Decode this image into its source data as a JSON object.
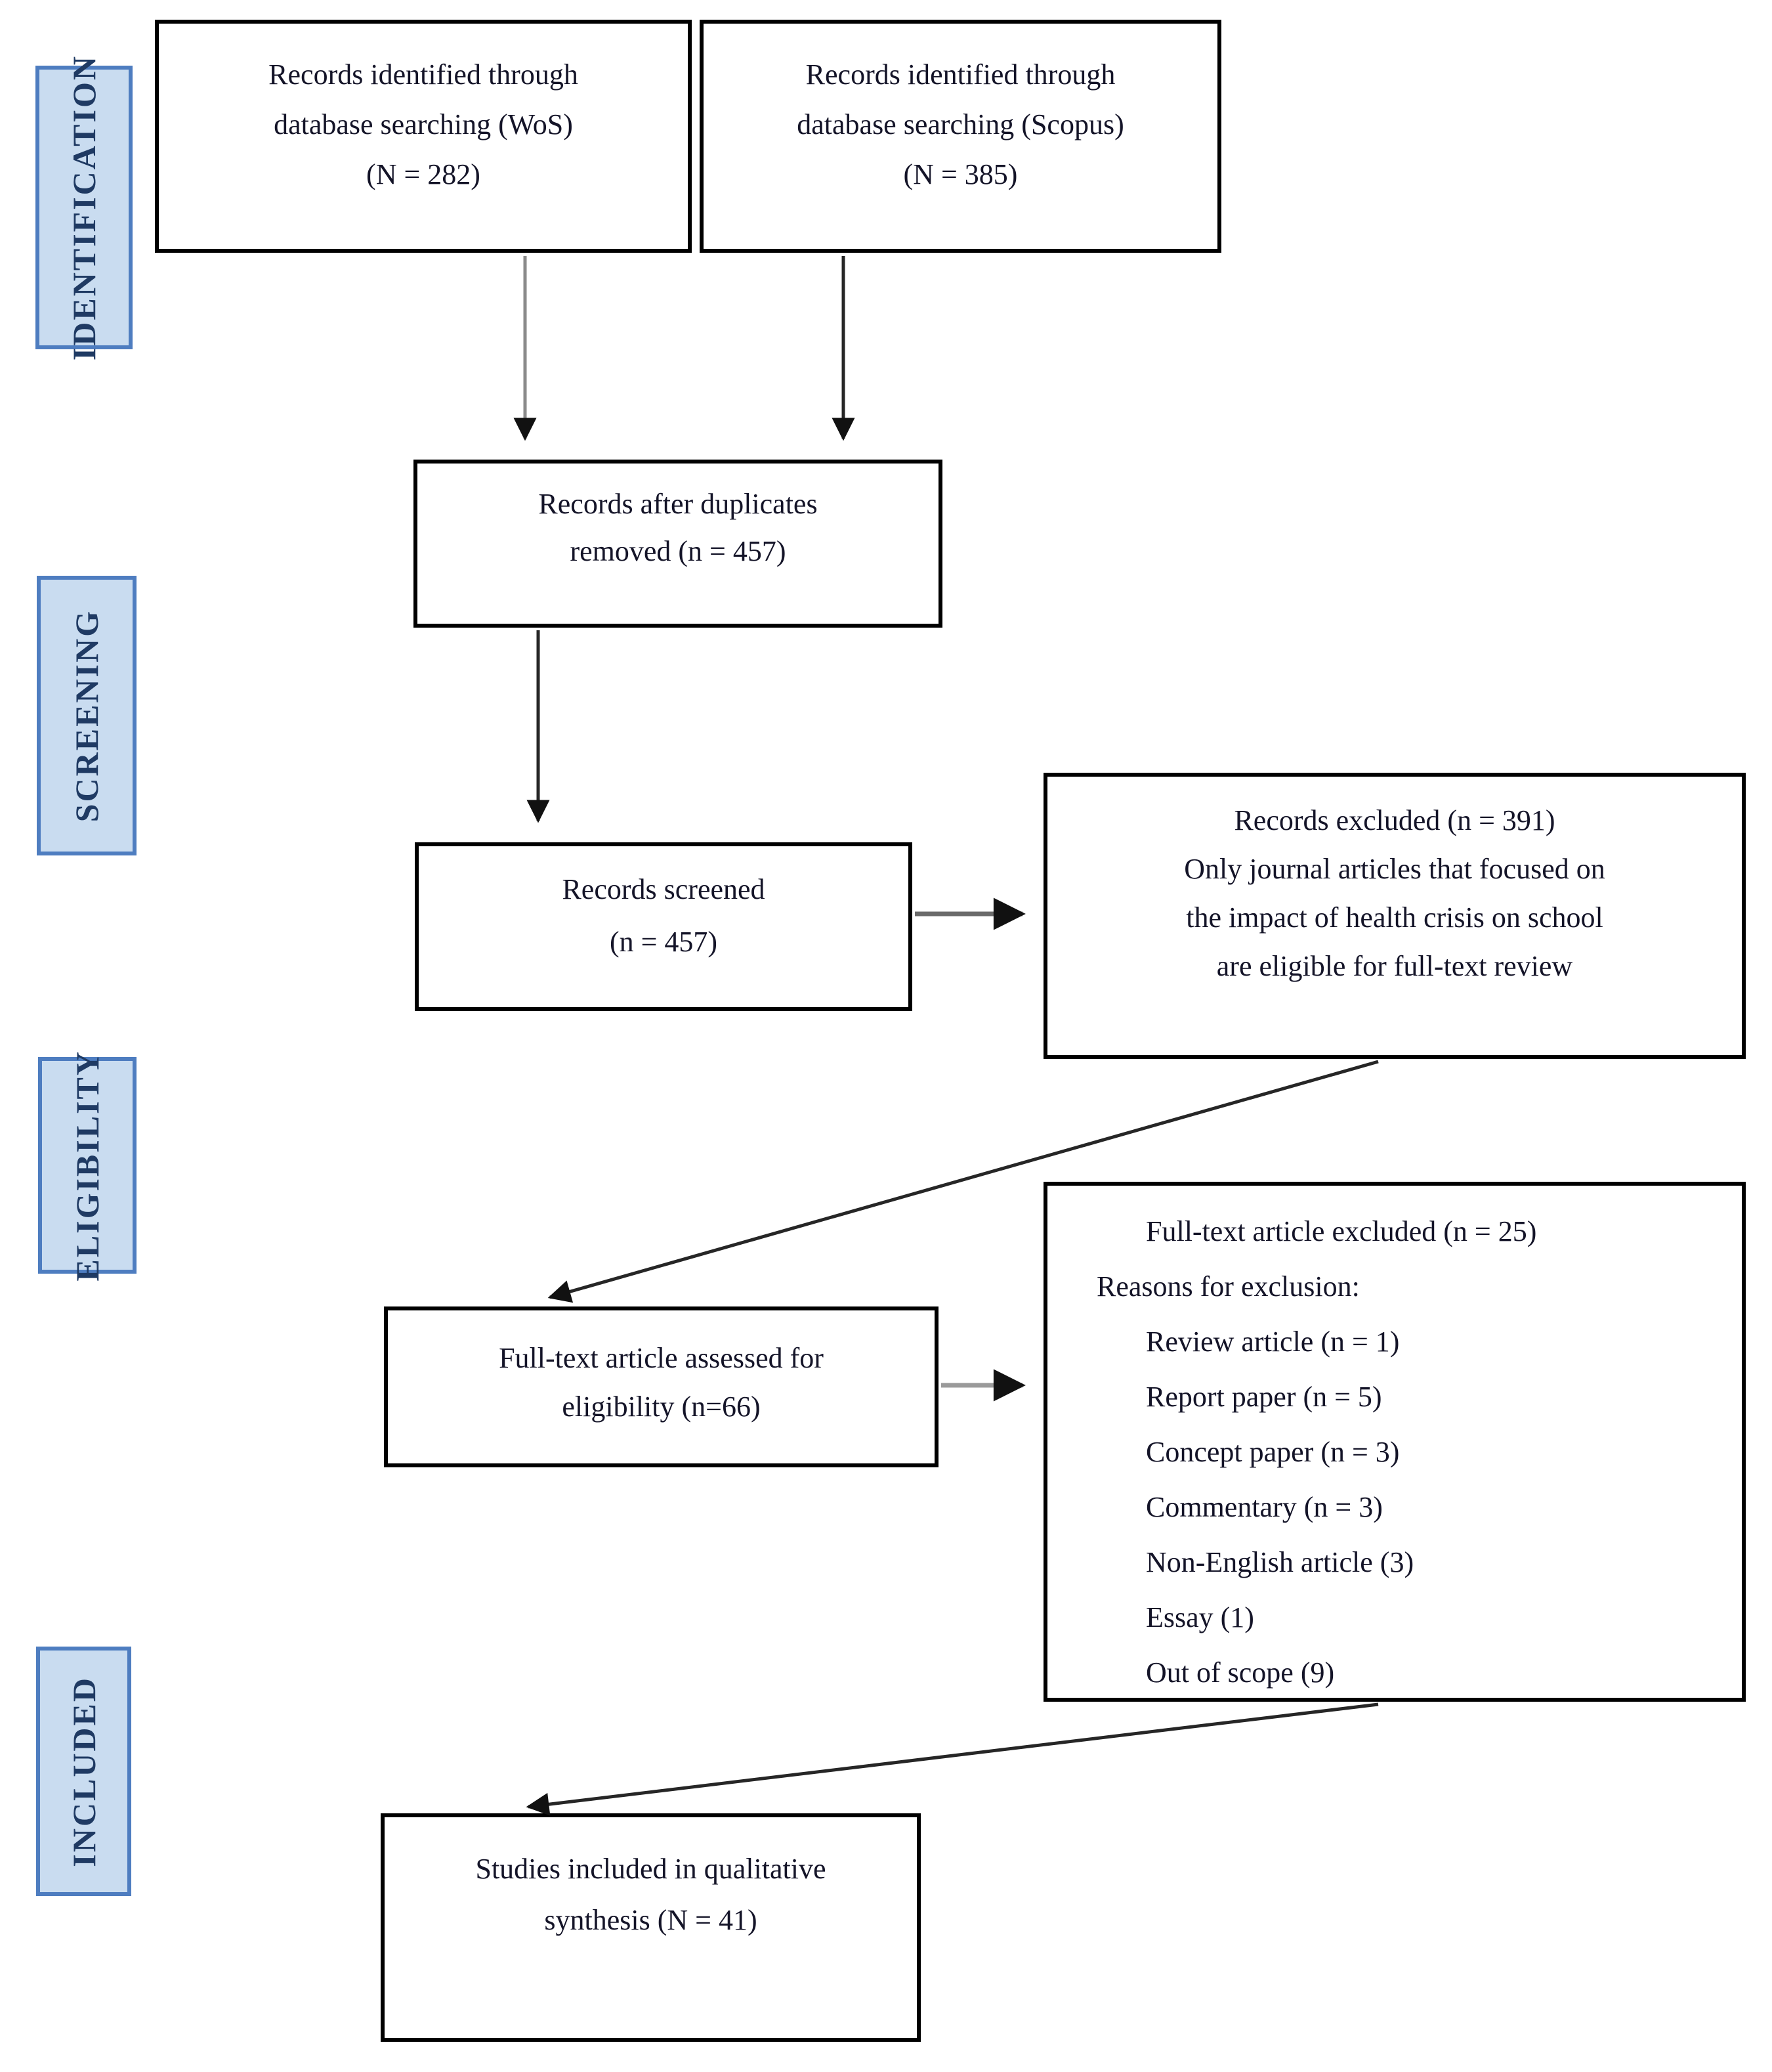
{
  "sidebar": {
    "labels": [
      "IDENTIFICATION",
      "SCREENING",
      "ELIGIBILITY",
      "INCLUDED"
    ]
  },
  "boxes": {
    "wos": {
      "lines": [
        "Records identified through",
        "database searching (WoS)",
        "(N = 282)"
      ]
    },
    "scopus": {
      "lines": [
        "Records identified through",
        "database searching (Scopus)",
        "(N = 385)"
      ]
    },
    "duplicates": {
      "lines": [
        "Records after duplicates",
        "removed (n = 457)"
      ]
    },
    "screened": {
      "lines": [
        "Records screened",
        "(n = 457)"
      ]
    },
    "records_excluded": {
      "lines": [
        "Records excluded (n = 391)",
        "Only journal articles that focused on",
        "the impact of health crisis on school",
        "are eligible for full-text review"
      ]
    },
    "fulltext_assessed": {
      "lines": [
        "Full-text article assessed for",
        "eligibility (n=66)"
      ]
    },
    "fulltext_excluded": {
      "title": "Full-text article excluded (n = 25)",
      "subtitle": "Reasons for exclusion:",
      "reasons": [
        "Review article (n = 1)",
        "Report paper (n = 5)",
        "Concept paper (n = 3)",
        "Commentary (n = 3)",
        "Non-English article (3)",
        "Essay (1)",
        "Out of scope (9)"
      ]
    },
    "included": {
      "lines": [
        "Studies included in qualitative",
        "synthesis (N = 41)"
      ]
    }
  },
  "colors": {
    "stage_fill": "#c9dcf0",
    "stage_border": "#4e7dc0",
    "stage_text": "#1f3a63",
    "box_border": "#000000",
    "text": "#141428",
    "arrow_dark": "#262626",
    "arrow_gray": "#8a8a8a"
  }
}
